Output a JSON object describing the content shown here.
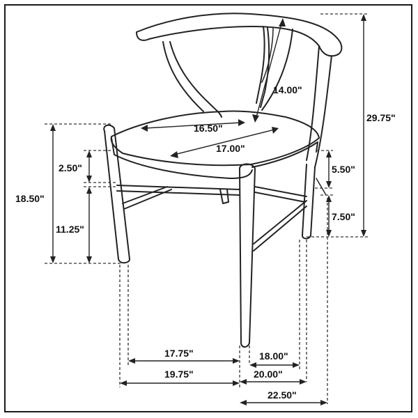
{
  "diagram": {
    "subject": "chair",
    "dimensions": {
      "back_height": "14.00\"",
      "seat_depth_diag": "16.50\"",
      "seat_width_diag": "17.00\"",
      "overall_height": "29.75\"",
      "seat_height": "18.50\"",
      "seat_thickness": "2.50\"",
      "stretcher_height": "11.25\"",
      "arm_to_seat": "5.50\"",
      "arm_stretcher": "7.50\"",
      "front_width_inner": "17.75\"",
      "front_width_outer": "19.75\"",
      "side_depth_inner": "18.00\"",
      "side_depth_outer": "20.00\"",
      "overall_depth": "22.50\""
    }
  }
}
